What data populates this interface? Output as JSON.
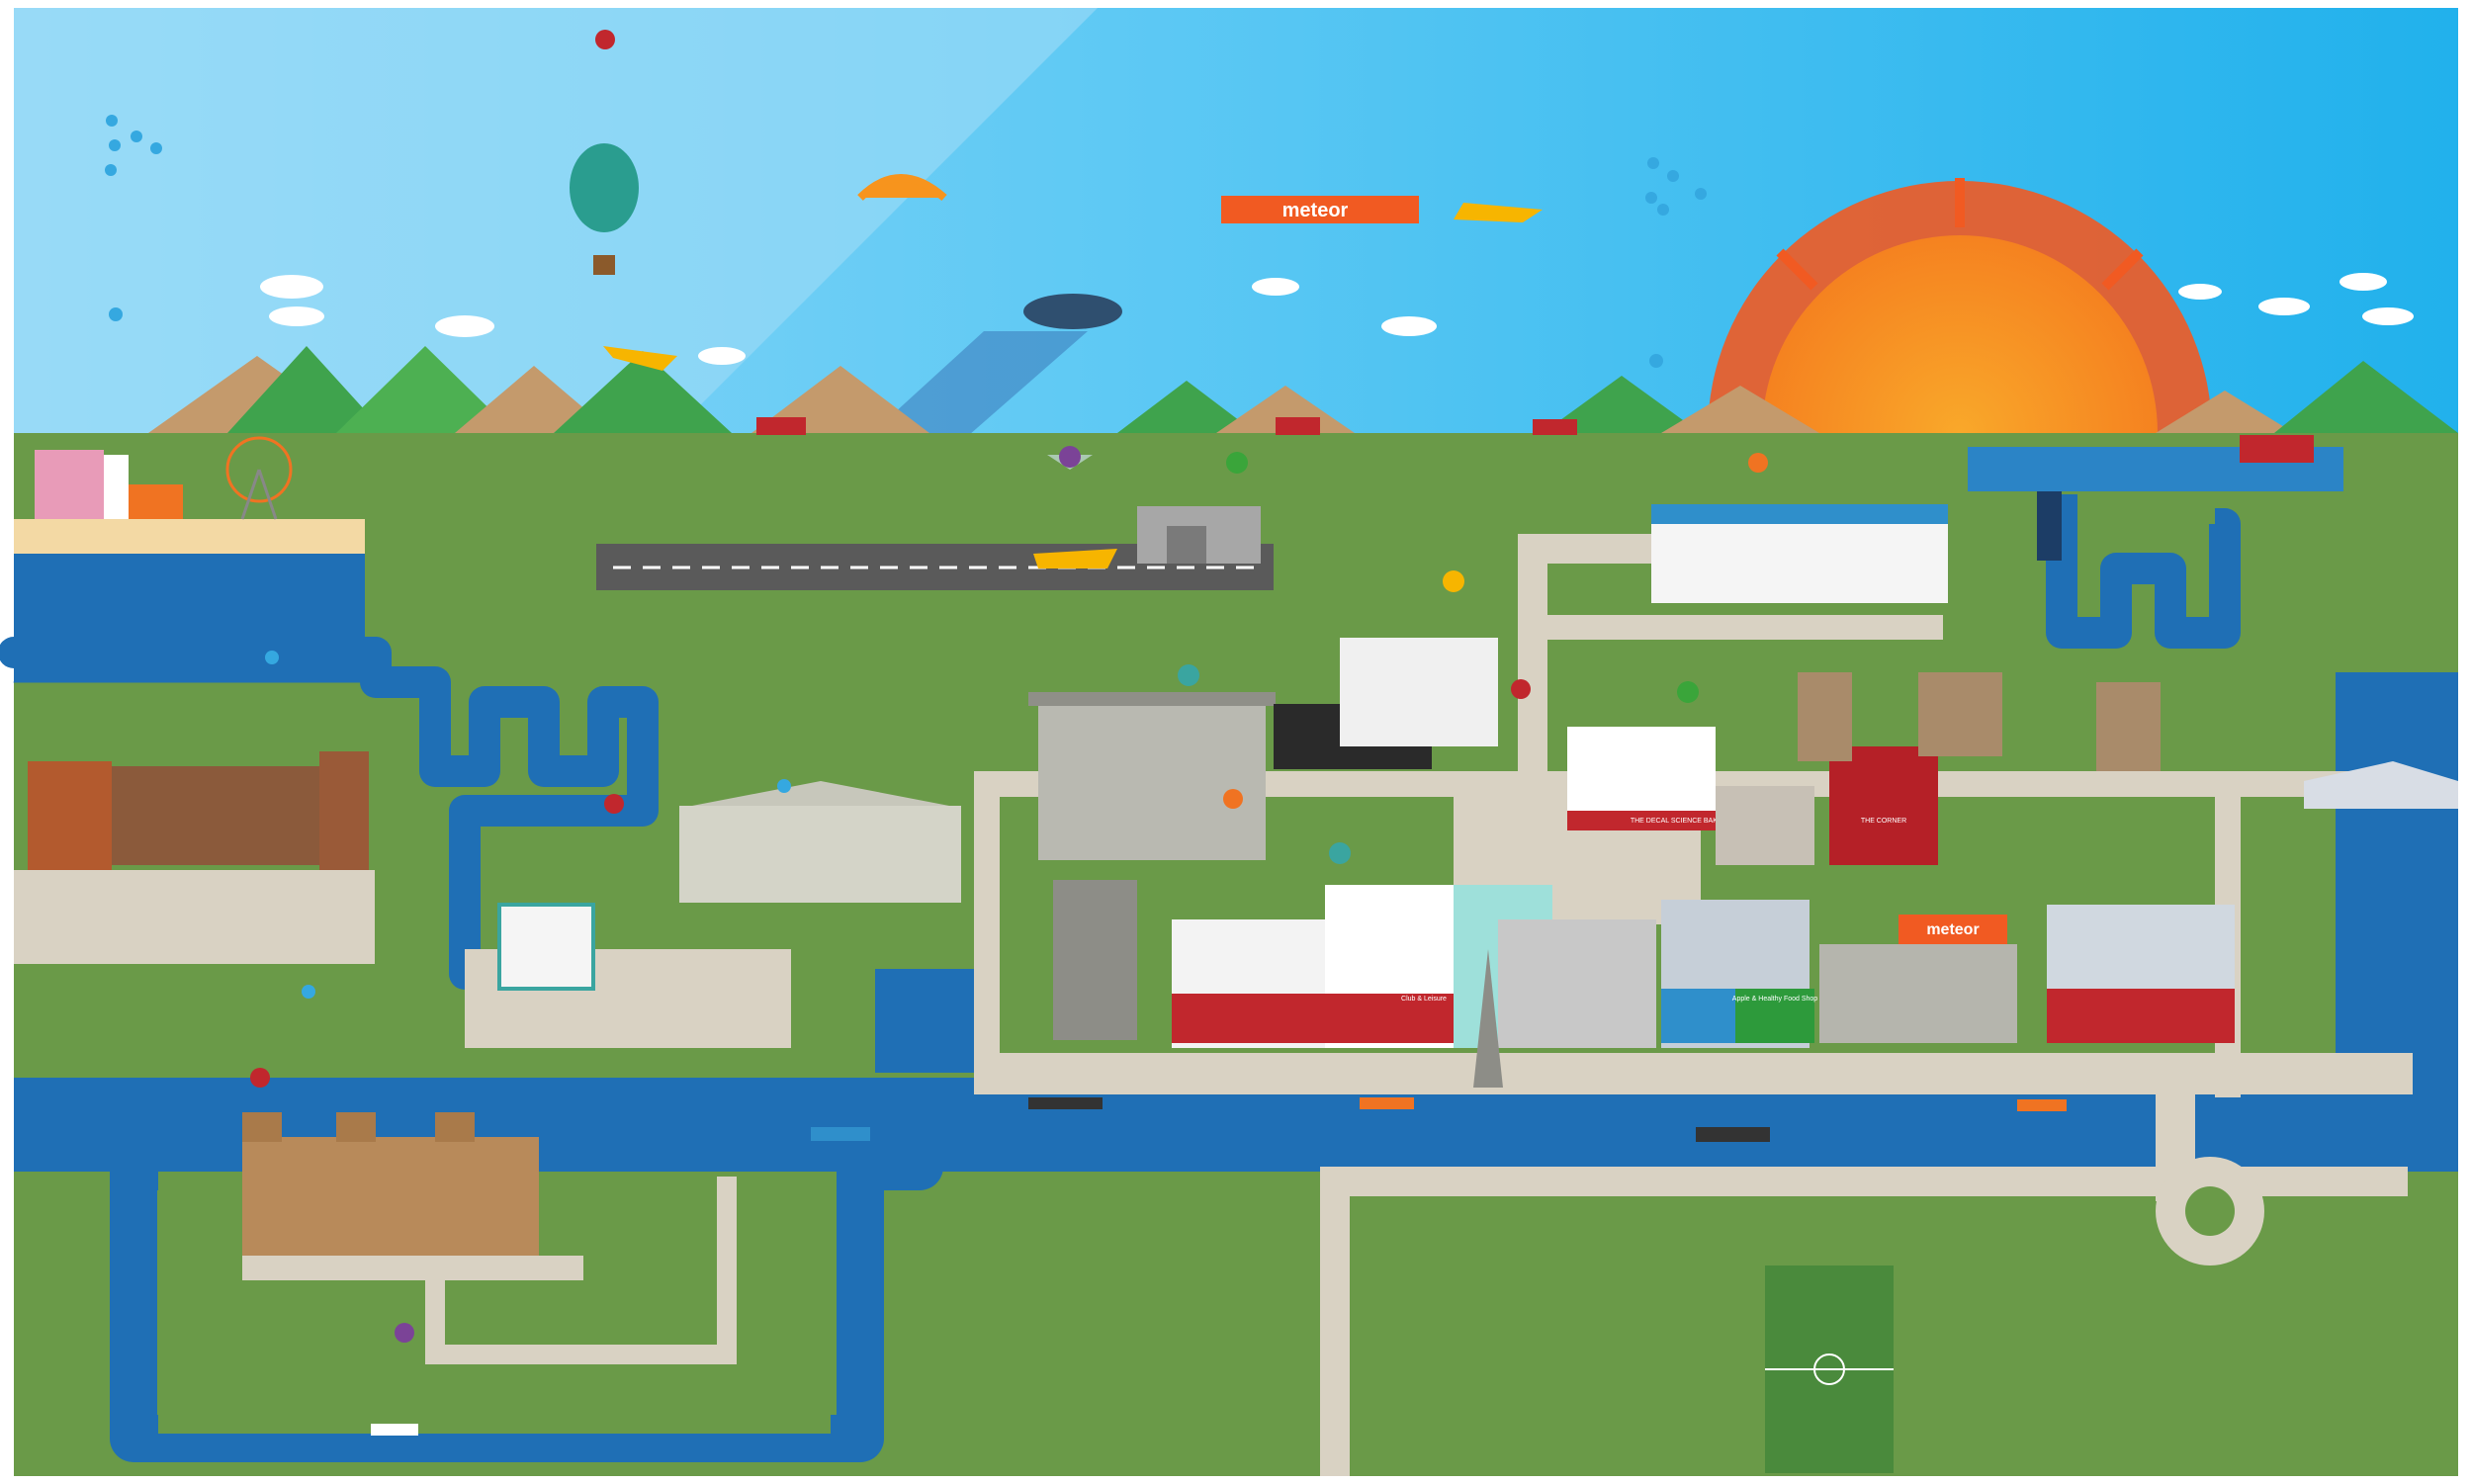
{
  "banner": {
    "brand": "meteor"
  },
  "billboard": {
    "brand": "meteor"
  },
  "shops": {
    "sign1": "THE DECAL SCIENCE BAKERY",
    "sign2": "Apple & Healthy Food Shop",
    "sign3": "Club & Leisure",
    "sign4": "THE CORNER",
    "sign5": "meteor"
  },
  "colors": {
    "sky": "#5ac8f5",
    "sky_light": "#8fd8f8",
    "grass": "#6a9a48",
    "water": "#1f6fb5",
    "road": "#d9d2c3",
    "accent": "#f07322"
  },
  "icons": [
    "twitter-icon",
    "heart-icon",
    "chat-icon",
    "phone-icon",
    "camera-icon",
    "location-pin-icon",
    "music-icon",
    "bell-icon"
  ]
}
